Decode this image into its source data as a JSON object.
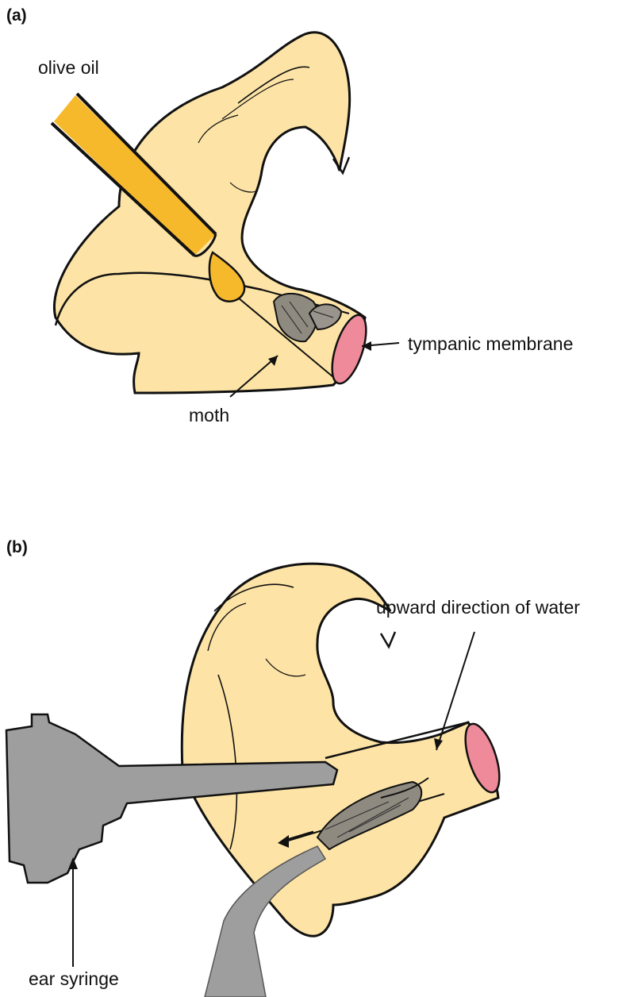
{
  "panel_a": {
    "label": "(a)",
    "olive_oil": "olive oil",
    "tympanic_membrane": "tympanic membrane",
    "moth": "moth"
  },
  "panel_b": {
    "label": "(b)",
    "upward_water": "upward direction of water",
    "ear_syringe": "ear syringe"
  },
  "colors": {
    "skin": "#fde4a6",
    "oil": "#f7b92c",
    "membrane": "#ee8a9a",
    "moth": "#8f8a80",
    "syringe": "#9e9e9e",
    "ink": "#111111"
  },
  "icons": [
    "ear-illustration",
    "dropper-icon",
    "oil-drop-icon",
    "moth-icon",
    "ear-syringe-icon",
    "forceps-icon"
  ]
}
